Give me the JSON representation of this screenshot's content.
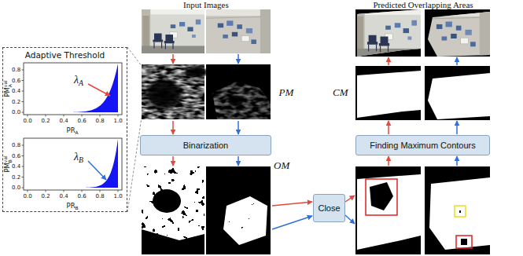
{
  "diagram": {
    "nodes": [
      {
        "text": [
          "Adaptive Threshold"
        ]
      },
      {
        "text": [
          "Binarization"
        ]
      },
      {
        "text": [
          "Close"
        ]
      },
      {
        "text": [
          "Finding Maximum Contours"
        ]
      }
    ],
    "labels": [
      "Input Images",
      "Predicted Overlapping Areas",
      "PM",
      "CM",
      "OM",
      "0.8",
      "0.6",
      "0.4",
      "0.2",
      "0.0",
      "0.0",
      "0.2",
      "0.4",
      "0.6",
      "0.8",
      "1.0",
      "PM",
      "val",
      "A",
      "PR",
      "A",
      "λ",
      "A",
      "0.8",
      "0.6",
      "0.4",
      "0.2",
      "0.0",
      "0.0",
      "0.2",
      "0.4",
      "0.6",
      "0.8",
      "1.0",
      "PM",
      "val",
      "B",
      "PR",
      "B",
      "λ",
      "B"
    ]
  }
}
